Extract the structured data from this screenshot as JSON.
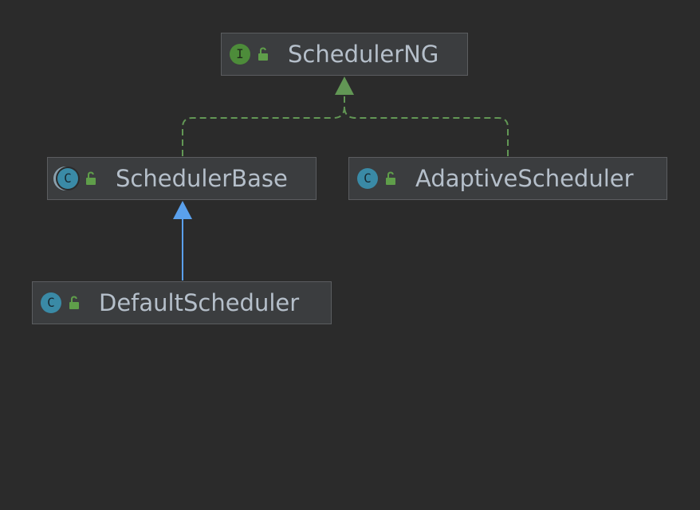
{
  "diagram": {
    "nodes": [
      {
        "id": "schedulerng",
        "label": "SchedulerNG",
        "kind": "I",
        "kind_icon": "interface-icon",
        "access_icon": "public-open-lock-icon"
      },
      {
        "id": "schedulerbase",
        "label": "SchedulerBase",
        "kind": "C",
        "kind_icon": "abstract-class-icon",
        "access_icon": "public-open-lock-icon"
      },
      {
        "id": "adaptivescheduler",
        "label": "AdaptiveScheduler",
        "kind": "C",
        "kind_icon": "class-icon",
        "access_icon": "public-open-lock-icon"
      },
      {
        "id": "defaultscheduler",
        "label": "DefaultScheduler",
        "kind": "C",
        "kind_icon": "class-icon",
        "access_icon": "public-open-lock-icon"
      }
    ],
    "edges": [
      {
        "from": "schedulerbase",
        "to": "schedulerng",
        "relation": "implements",
        "style": "dashed",
        "color": "#629755"
      },
      {
        "from": "adaptivescheduler",
        "to": "schedulerng",
        "relation": "implements",
        "style": "dashed",
        "color": "#629755"
      },
      {
        "from": "defaultscheduler",
        "to": "schedulerbase",
        "relation": "extends",
        "style": "solid",
        "color": "#5aa0ec"
      }
    ]
  },
  "colors": {
    "background": "#2b2b2b",
    "node_fill": "#3b3d3f",
    "node_border": "#5b5d60",
    "label_text": "#b5bfca",
    "interface_badge": "#4d8c3a",
    "class_badge": "#3a8aa6",
    "lock": "#5f9e4a",
    "implements_edge": "#629755",
    "extends_edge": "#5aa0ec"
  }
}
